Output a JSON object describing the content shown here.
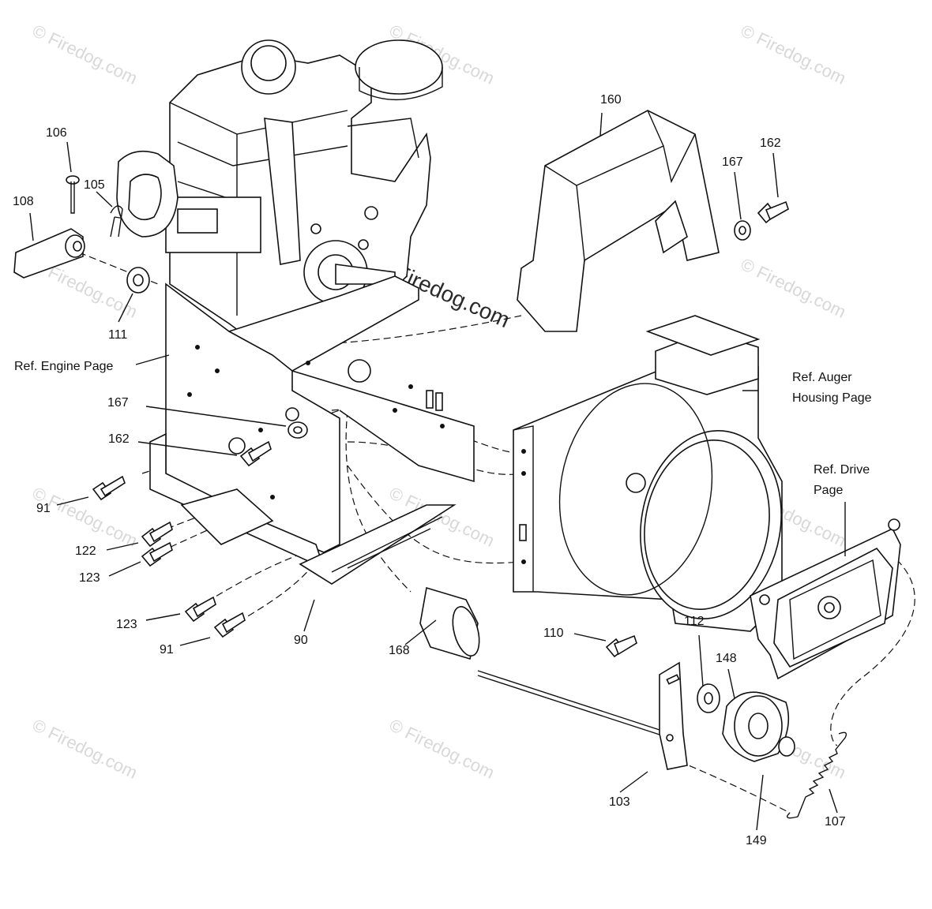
{
  "watermark": {
    "text": "© Firedog.com",
    "color": "#d8d8d8",
    "center_text": "© Firedog.com",
    "center_color": "#2a2a2a"
  },
  "references": {
    "engine": "Ref. Engine Page",
    "auger_line1": "Ref. Auger",
    "auger_line2": "Housing Page",
    "drive_line1": "Ref. Drive",
    "drive_line2": "Page"
  },
  "callouts": {
    "p106": "106",
    "p105": "105",
    "p108": "108",
    "p111": "111",
    "p160": "160",
    "p167_top": "167",
    "p162_top": "162",
    "p167_mid": "167",
    "p162_mid": "162",
    "p91_upper": "91",
    "p122": "122",
    "p123_upper": "123",
    "p123_lower": "123",
    "p91_lower": "91",
    "p90": "90",
    "p168": "168",
    "p110": "110",
    "p112": "112",
    "p148": "148",
    "p103": "103",
    "p149": "149",
    "p107": "107"
  },
  "icons": [
    "engine-icon",
    "frame-icon",
    "chute-cover-icon",
    "auger-housing-icon",
    "drive-bracket-icon",
    "pulley-icon",
    "spring-icon",
    "bolt-icon",
    "washer-icon",
    "pin-icon",
    "hairpin-icon"
  ]
}
